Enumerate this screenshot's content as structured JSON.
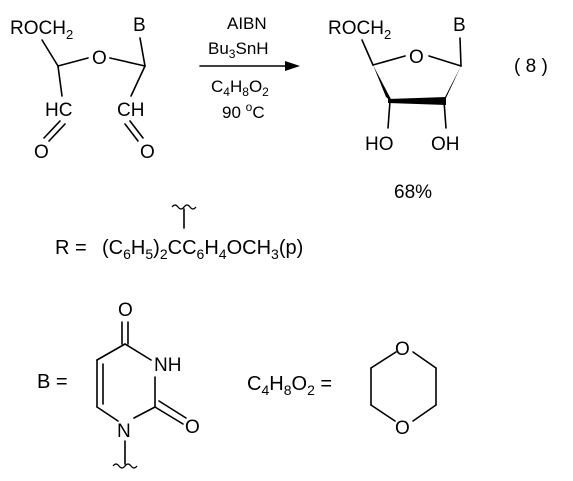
{
  "reactant": {
    "roch2": "ROCH2",
    "ring_o": "O",
    "base": "B",
    "ald_left_h": "HC",
    "ald_left_o": "O",
    "ald_right_h": "CH",
    "ald_right_o": "O"
  },
  "conditions": {
    "reagent1": "AIBN",
    "reagent2": "Bu3SnH",
    "solvent": "C4H8O2",
    "temperature": "90 °C"
  },
  "product": {
    "roch2": "ROCH2",
    "ring_o": "O",
    "base": "B",
    "oh_left": "HO",
    "oh_right": "OH",
    "yield": "68%"
  },
  "equation_number": "( 8 )",
  "definitions": {
    "r_lhs": "R =",
    "r_formula": "(C6H5)2CC6H4OCH3(p)",
    "b_lhs": "B =",
    "uracil_o_top": "O",
    "uracil_nh": "NH",
    "uracil_o_right": "O",
    "uracil_n": "N",
    "dioxane_lhs": "C4H8O2 =",
    "dioxane_o_top": "O",
    "dioxane_o_bottom": "O"
  }
}
